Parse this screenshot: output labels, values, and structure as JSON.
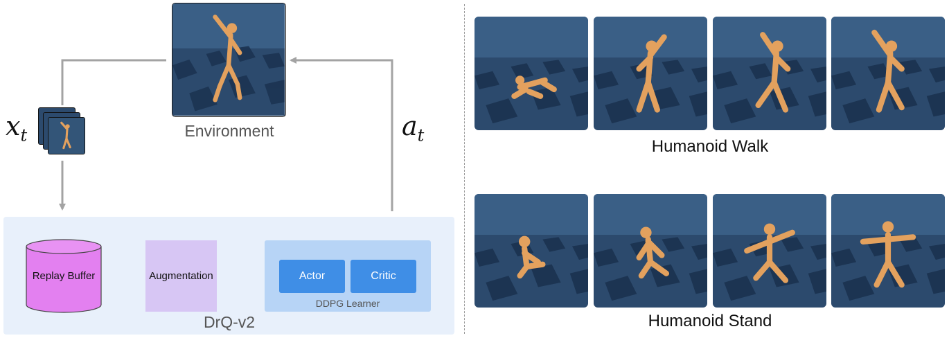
{
  "diagram": {
    "environment_label": "Environment",
    "observation_label": "x",
    "observation_subscript": "t",
    "action_label": "a",
    "action_subscript": "t",
    "drq_label": "DrQ-v2",
    "replay_buffer_label": "Replay Buffer",
    "augmentation_label": "Augmentation",
    "ddpg_label": "DDPG Learner",
    "actor_label": "Actor",
    "critic_label": "Critic"
  },
  "tasks": {
    "walk_label": "Humanoid Walk",
    "stand_label": "Humanoid Stand"
  },
  "colors": {
    "arrow": "#a3a3a3",
    "panel": "#e8f0fb",
    "cylinder": "#e380f0",
    "augmentation": "#d7c6f4",
    "ddpg": "#b7d4f6",
    "actor_critic": "#3f8ee6",
    "floor_dark": "#1d3654",
    "floor_light": "#3f6488",
    "figure": "#e3a15e"
  },
  "icons": [
    "humanoid-figure-icon"
  ]
}
